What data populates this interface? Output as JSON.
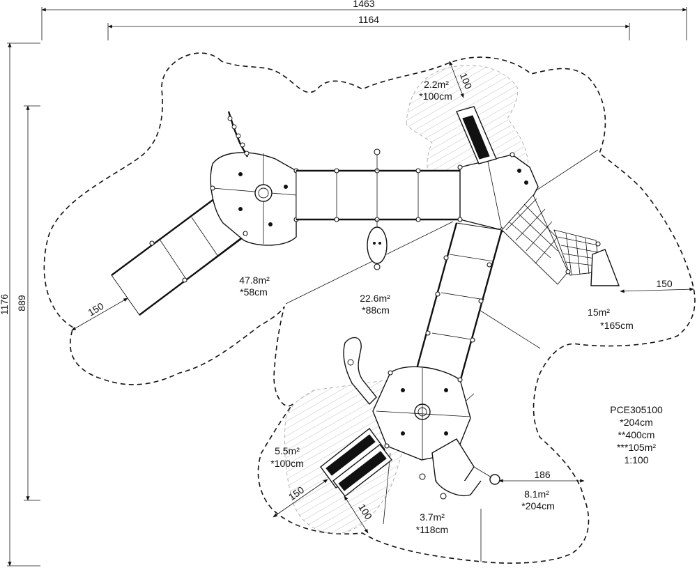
{
  "dimensions": {
    "overall_width": "1463",
    "inner_width": "1164",
    "overall_height": "1176",
    "inner_height": "889",
    "slide_left": "150",
    "net_right": "150",
    "bottom_right": "186",
    "top_hatch": "100",
    "bottom_left_a": "150",
    "bottom_left_b": "100"
  },
  "areas": {
    "left": {
      "area": "47.8m²",
      "height": "*58cm"
    },
    "center": {
      "area": "22.6m²",
      "height": "*88cm"
    },
    "top": {
      "area": "2.2m²",
      "height": "*100cm"
    },
    "right": {
      "area": "15m²",
      "height": "*165cm"
    },
    "bottom_left": {
      "area": "5.5m²",
      "height": "*100cm"
    },
    "bottom": {
      "area": "3.7m²",
      "height": "*118cm"
    },
    "bottom_right": {
      "area": "8.1m²",
      "height": "*204cm"
    }
  },
  "product": {
    "code": "PCE305100",
    "line1": "*204cm",
    "line2": "**400cm",
    "line3": "***105m²",
    "scale": "1:100"
  }
}
